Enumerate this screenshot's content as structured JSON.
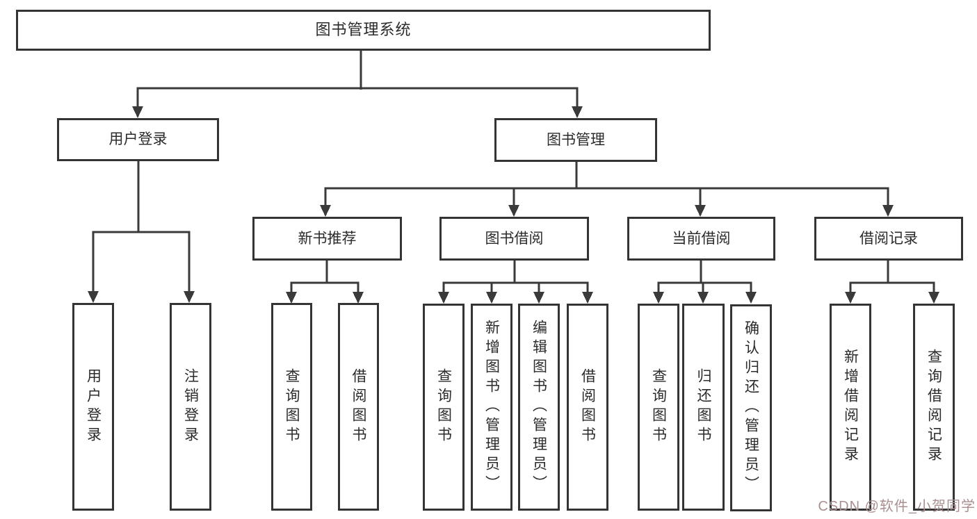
{
  "colors": {
    "line": "#3a3a3a",
    "box-border": "#343434",
    "box-fill": "#ffffff",
    "text": "#2b2b2b",
    "watermark": "#a98f8f",
    "background": "#ffffff"
  },
  "tree": {
    "root": {
      "label": "图书管理系统"
    },
    "branches": [
      {
        "label": "用户登录",
        "leaves": [
          {
            "label": "用户登录"
          },
          {
            "label": "注销登录"
          }
        ]
      },
      {
        "label": "图书管理",
        "groups": [
          {
            "label": "新书推荐",
            "leaves": [
              {
                "label": "查询图书"
              },
              {
                "label": "借阅图书"
              }
            ]
          },
          {
            "label": "图书借阅",
            "leaves": [
              {
                "label": "查询图书"
              },
              {
                "label": "新增图书（管理员）"
              },
              {
                "label": "编辑图书（管理员）"
              },
              {
                "label": "借阅图书"
              }
            ]
          },
          {
            "label": "当前借阅",
            "leaves": [
              {
                "label": "查询图书"
              },
              {
                "label": "归还图书"
              },
              {
                "label": "确认归还（管理员）"
              }
            ]
          },
          {
            "label": "借阅记录",
            "leaves": [
              {
                "label": "新增借阅记录"
              },
              {
                "label": "查询借阅记录"
              }
            ]
          }
        ]
      }
    ]
  },
  "watermark": {
    "text": "CSDN @软件_小贺同学"
  }
}
